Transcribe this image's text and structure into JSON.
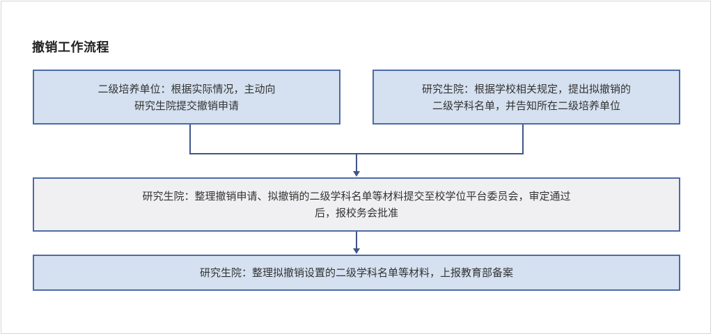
{
  "diagram": {
    "title": "撤销工作流程",
    "nodes": {
      "unit_apply": {
        "lines": [
          "二级培养单位：根据实际情况，主动向",
          "研究生院提交撤销申请"
        ]
      },
      "grad_propose": {
        "lines": [
          "研究生院：根据学校相关规定，提出拟撤销的",
          "二级学科名单，并告知所在二级培养单位"
        ]
      },
      "grad_submit": {
        "lines": [
          "研究生院：整理撤销申请、拟撤销的二级学科名单等材料提交至校学位平台委员会，审定通过",
          "后，报校务会批准"
        ]
      },
      "grad_report": {
        "lines": [
          "研究生院：整理拟撤销设置的二级学科名单等材料，上报教育部备案"
        ]
      }
    },
    "colors": {
      "border": "#4d6aa6",
      "blue_fill": "#d5e1f0",
      "gray_fill": "#f0f0f2",
      "connector": "#3f5588"
    }
  }
}
